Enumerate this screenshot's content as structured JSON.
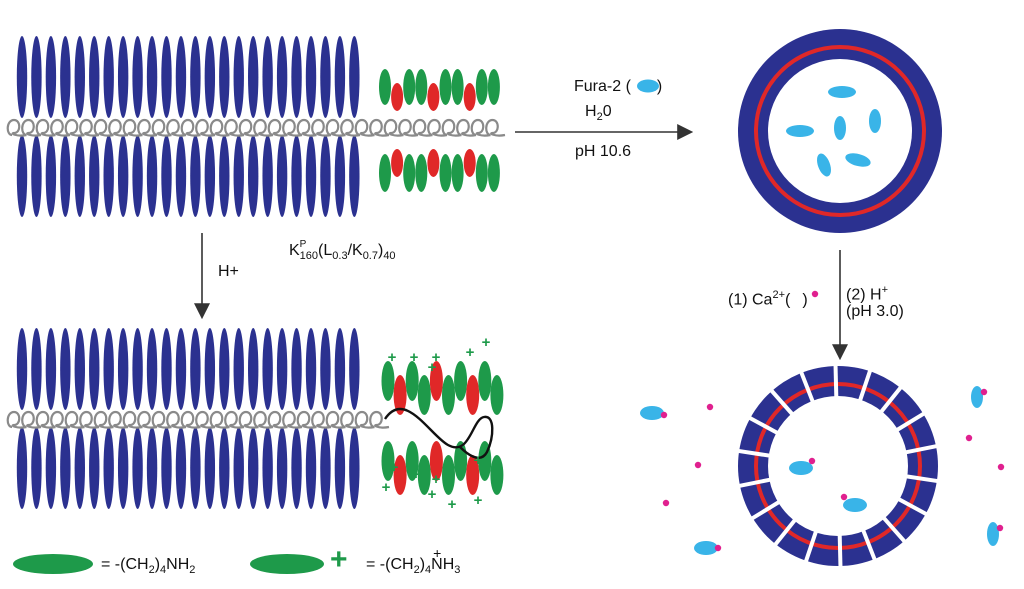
{
  "colors": {
    "backbone": "#2b3190",
    "lysine_neutral": "#1e9a4a",
    "leucine": "#e02828",
    "helix": "#8a8a8a",
    "fura2": "#39b4e8",
    "calcium": "#e0208f",
    "membrane_outer": "#2b3190",
    "membrane_inner": "#e02828",
    "arrow": "#333333"
  },
  "icons": [
    "fura2-dye-icon",
    "calcium-ion-icon",
    "plus-sign-icon"
  ],
  "labels": {
    "polymer": {
      "main": "K",
      "sup": "P",
      "sub1": "160",
      "seg_a": "(L",
      "sub_a": "0.3",
      "mid": "/K",
      "sub_b": "0.7",
      "seg_b": ")",
      "sub_c": "40"
    },
    "acid_step": "H+",
    "fura_line": {
      "text": "Fura-2 (",
      "close": ")"
    },
    "water": {
      "pre": "H",
      "sub": "2",
      "post": "0"
    },
    "ph_high": "pH 10.6",
    "calcium_step": {
      "pre": "(1) Ca",
      "sup": "2+",
      "open": "(",
      "close": ")"
    },
    "acid_step2": {
      "text": "(2) H",
      "sup": "+"
    },
    "ph_low": "(pH 3.0)",
    "legend_neutral": {
      "eq": "= -(CH",
      "sub1": "2",
      "mid": ")",
      "sub2": "4",
      "tail": "NH",
      "sub3": "2"
    },
    "legend_charged": {
      "plus": "+",
      "eq": "= -(CH",
      "sub1": "2",
      "mid": ")",
      "sub2": "4",
      "tail": "NH",
      "sub3": "3",
      "sup": "+"
    }
  }
}
